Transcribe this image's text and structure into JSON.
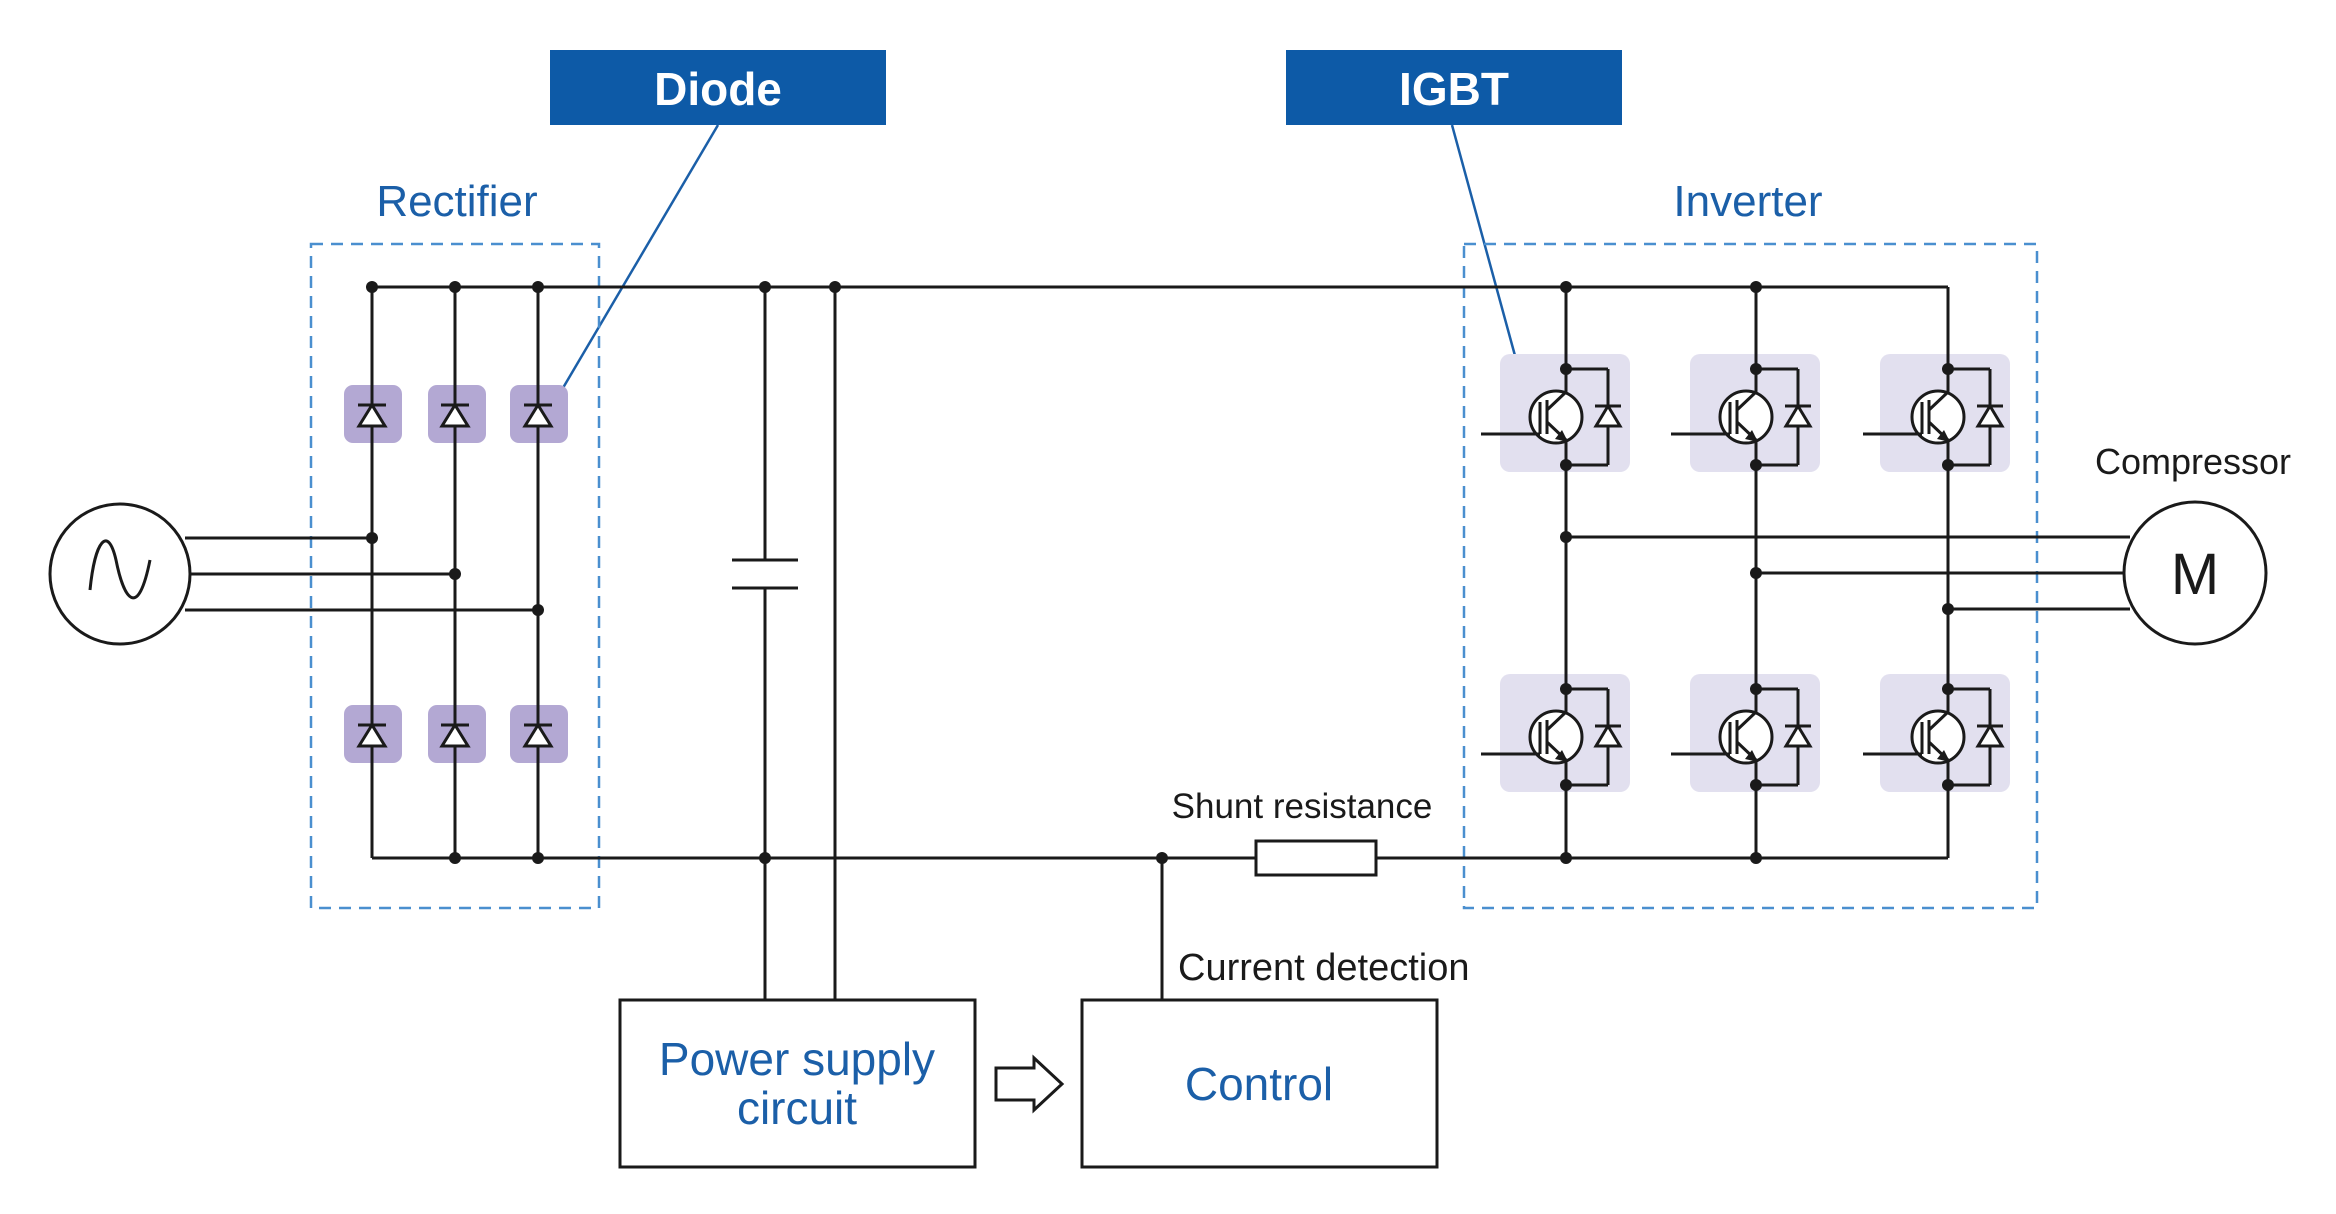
{
  "colors": {
    "accent_blue": "#1b5fa8",
    "tag_blue": "#0d5aa7",
    "dash_blue": "#4a8fcf",
    "diode_highlight": "#b3a8d3",
    "igbt_highlight": "#e2e0ef",
    "wire": "#1a1a1a"
  },
  "tags": {
    "diode": "Diode",
    "igbt": "IGBT"
  },
  "sections": {
    "rectifier": "Rectifier",
    "inverter": "Inverter"
  },
  "labels": {
    "compressor": "Compressor",
    "motor_symbol": "M",
    "shunt": "Shunt resistance",
    "current_detection": "Current detection"
  },
  "blocks": {
    "power_supply_line1": "Power supply",
    "power_supply_line2": "circuit",
    "control": "Control"
  },
  "icons": [
    "ac-source-icon",
    "diode-icon",
    "capacitor-icon",
    "igbt-icon",
    "resistor-icon",
    "motor-icon",
    "arrow-right-icon"
  ]
}
